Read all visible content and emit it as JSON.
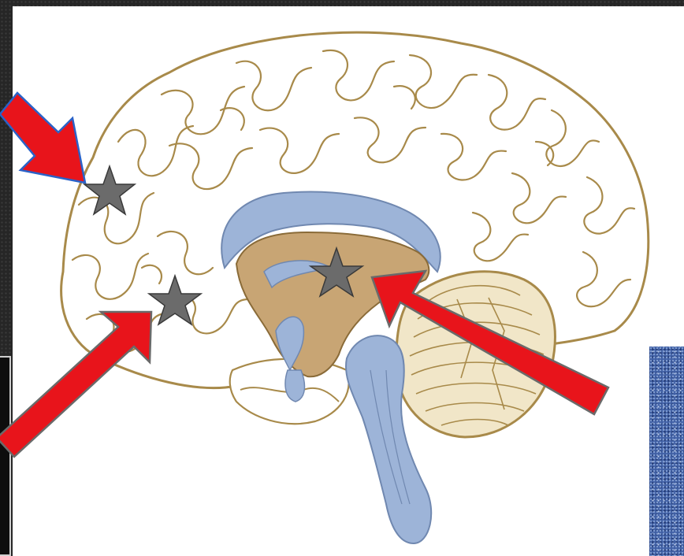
{
  "figure": {
    "subject": "brain-midsagittal-section",
    "colors": {
      "slide_background": "#262626",
      "panel": "#ffffff",
      "cortex_fill": "#ffffff",
      "cortex_outline": "#a88a4a",
      "ventricle_blue": "#9db4d8",
      "ventricle_outline": "#7088b0",
      "deep_structure_tan": "#c8a574",
      "cerebellum_fill": "#f1e6c8",
      "arrow_red": "#e8141b",
      "arrow_outline_blue": "#2a62c8",
      "arrow_outline_grey": "#6a6a6a",
      "star_fill": "#6b6b6b",
      "star_outline": "#3a3a3a",
      "micrograph_blue": "#3f5fa4"
    },
    "markers": [
      {
        "name": "star-upper-frontal",
        "icon": "star-icon"
      },
      {
        "name": "star-lower-frontal",
        "icon": "star-icon"
      },
      {
        "name": "star-thalamus",
        "icon": "star-icon"
      }
    ],
    "arrows": [
      {
        "name": "arrow-upper-left",
        "icon": "arrow-icon"
      },
      {
        "name": "arrow-lower-left",
        "icon": "arrow-icon"
      },
      {
        "name": "arrow-right",
        "icon": "arrow-icon"
      }
    ]
  }
}
